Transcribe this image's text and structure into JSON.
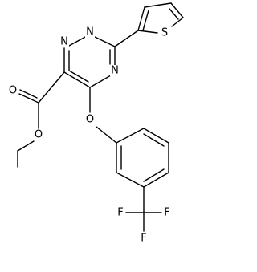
{
  "molecule": {
    "atoms": {
      "n1": "N",
      "n2": "N",
      "n4": "N",
      "s_thiophene": "S",
      "o_carbonyl": "O",
      "o_ester": "O",
      "o_ether": "O",
      "f1": "F",
      "f2": "F",
      "f3": "F"
    }
  }
}
